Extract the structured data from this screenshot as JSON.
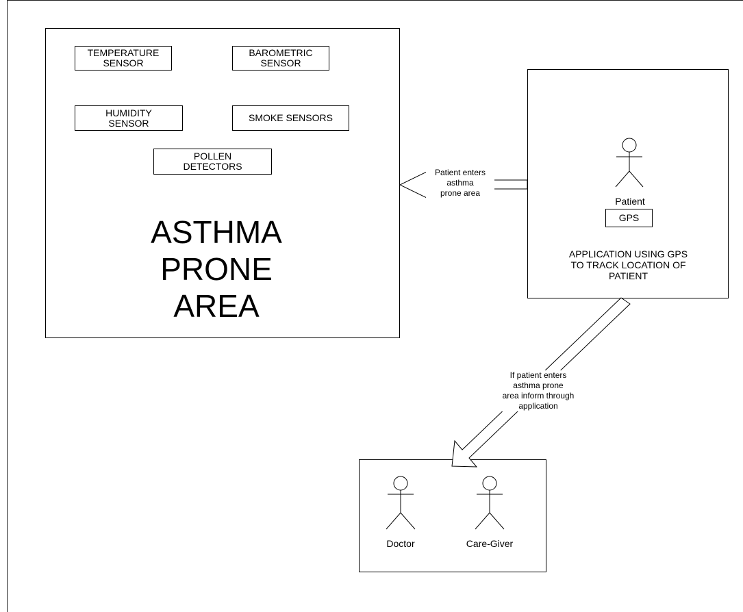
{
  "asthma_area": {
    "title": "ASTHMA\nPRONE\nAREA",
    "sensors": {
      "temperature": "TEMPERATURE\nSENSOR",
      "barometric": "BAROMETRIC\nSENSOR",
      "humidity": "HUMIDITY\nSENSOR",
      "smoke": "SMOKE SENSORS",
      "pollen": "POLLEN\nDETECTORS"
    }
  },
  "application": {
    "actor_label": "Patient",
    "gps_label": "GPS",
    "description": "APPLICATION USING GPS\nTO TRACK LOCATION OF\nPATIENT"
  },
  "arrows": {
    "enter_label": "Patient enters\nasthma\nprone area",
    "inform_label": "If patient enters\nasthma prone\narea inform through\napplication"
  },
  "recipients": {
    "doctor_label": "Doctor",
    "caregiver_label": "Care-Giver"
  }
}
